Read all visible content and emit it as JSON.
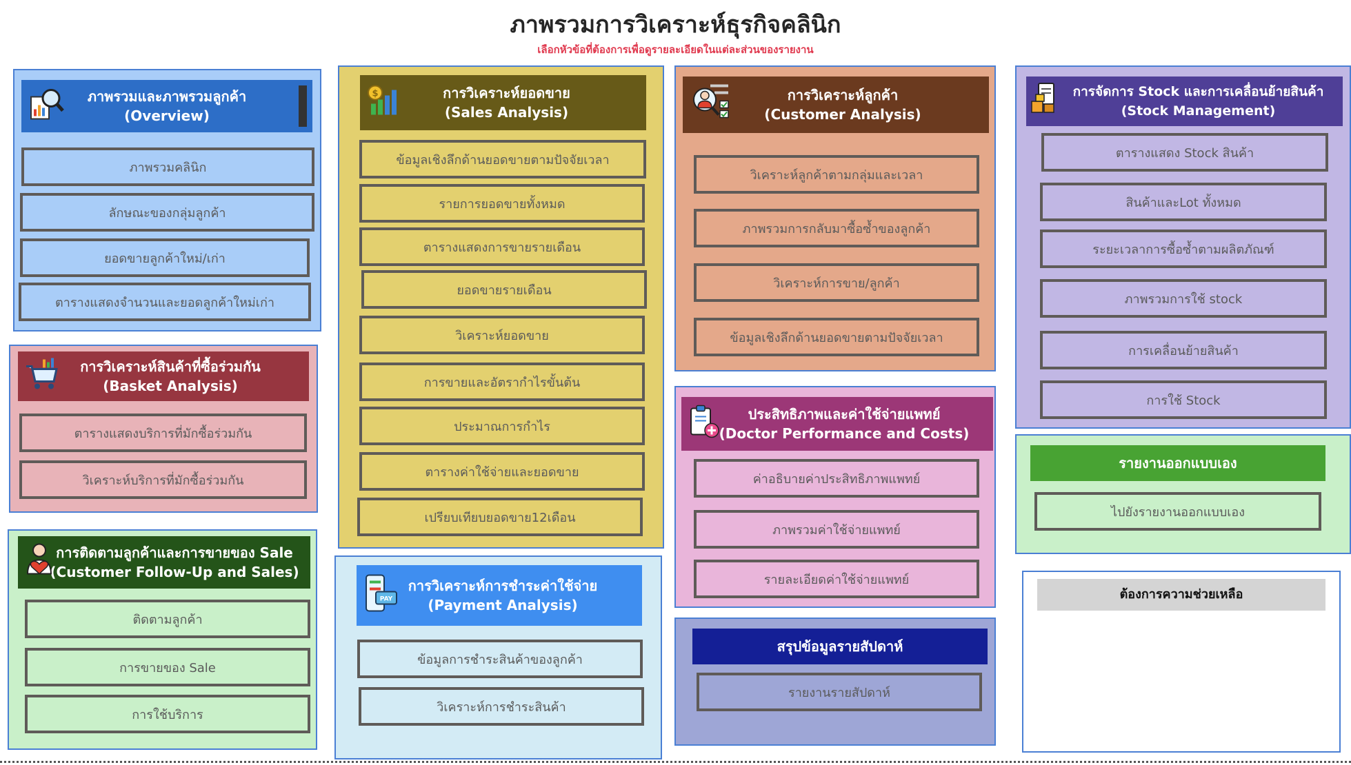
{
  "page": {
    "title": "ภาพรวมการวิเคราะห์ธุรกิจคลินิก",
    "subtitle": "เลือกหัวข้อที่ต้องการเพื่อดูรายละเอียดในแต่ละส่วนของรายงาน"
  },
  "overview": {
    "title_th": "ภาพรวมและภาพรวมลูกค้า",
    "title_en": "(Overview)",
    "items": [
      "ภาพรวมคลินิก",
      "ลักษณะของกลุ่มลูกค้า",
      "ยอดขายลูกค้าใหม่/เก่า",
      "ตารางแสดงจำนวนและยอดลูกค้าใหม่เก่า"
    ]
  },
  "basket": {
    "title_th": "การวิเคราะห์สินค้าที่ซื้อร่วมกัน",
    "title_en": "(Basket Analysis)",
    "items": [
      "ตารางแสดงบริการที่มักซื้อร่วมกัน",
      "วิเคราะห์บริการที่มักซื้อร่วมกัน"
    ]
  },
  "followup": {
    "title_th": "การติดตามลูกค้าและการขายของ Sale",
    "title_en": "(Customer Follow-Up and Sales)",
    "items": [
      "ติดตามลูกค้า",
      "การขายของ Sale",
      "การใช้บริการ"
    ]
  },
  "sales": {
    "title_th": "การวิเคราะห์ยอดขาย",
    "title_en": "(Sales Analysis)",
    "items": [
      "ข้อมูลเชิงลึกด้านยอดขายตามปัจจัยเวลา",
      "รายการยอดขายทั้งหมด",
      "ตารางแสดงการขายรายเดือน",
      "ยอดขายรายเดือน",
      "วิเคราะห์ยอดขาย",
      "การขายและอัตรากำไรขั้นต้น",
      "ประมาณการกำไร",
      "ตารางค่าใช้จ่ายและยอดขาย",
      "เปรียบเทียบยอดขาย12เดือน"
    ]
  },
  "payment": {
    "title_th": "การวิเคราะห์การชำระค่าใช้จ่าย",
    "title_en": "(Payment Analysis)",
    "items": [
      "ข้อมูลการชำระสินค้าของลูกค้า",
      "วิเคราะห์การชำระสินค้า"
    ]
  },
  "customer": {
    "title_th": "การวิเคราะห์ลูกค้า",
    "title_en": "(Customer Analysis)",
    "items": [
      "วิเคราะห์ลูกค้าตามกลุ่มและเวลา",
      "ภาพรวมการกลับมาซื้อซ้ำของลูกค้า",
      "วิเคราะห์การขาย/ลูกค้า",
      "ข้อมูลเชิงลึกด้านยอดขายตามปัจจัยเวลา"
    ]
  },
  "doctor": {
    "title_th": "ประสิทธิภาพและค่าใช้จ่ายแพทย์",
    "title_en": "(Doctor Performance and Costs)",
    "items": [
      "ค่าอธิบายค่าประสิทธิภาพแพทย์",
      "ภาพรวมค่าใช้จ่ายแพทย์",
      "รายละเอียดค่าใช้จ่ายแพทย์"
    ]
  },
  "weekly": {
    "title": "สรุปข้อมูลรายสัปดาห์",
    "items": [
      "รายงานรายสัปดาห์"
    ]
  },
  "stock": {
    "title_th": "การจัดการ Stock และการเคลื่อนย้ายสินค้า",
    "title_en": "(Stock Management)",
    "items": [
      "ตารางแสดง Stock สินค้า",
      "สินค้าและLot ทั้งหมด",
      "ระยะเวลาการซื้อซ้ำตามผลิตภัณฑ์",
      "ภาพรวมการใช้ stock",
      "การเคลื่อนย้ายสินค้า",
      "การใช้ Stock"
    ]
  },
  "custom": {
    "title": "รายงานออกแบบเอง",
    "items": [
      "ไปยังรายงานออกแบบเอง"
    ]
  },
  "help": {
    "title": "ต้องการความช่วยเหลือ"
  },
  "icons": {
    "overview": "magnifier-chart-icon",
    "basket": "shopping-cart-icon",
    "followup": "person-heart-icon",
    "sales": "money-bar-chart-icon",
    "payment": "phone-pay-icon",
    "customer": "customer-checklist-icon",
    "doctor": "medical-clipboard-icon",
    "stock": "inventory-clipboard-icon"
  },
  "colors": {
    "overview_bg": "#a9cdf8",
    "overview_hdr": "#2d6ec7",
    "overview_btn": "#a9cdf8",
    "basket_bg": "#e8b3b8",
    "basket_hdr": "#973640",
    "followup_bg": "#c9f0c9",
    "followup_hdr": "#245419",
    "sales_bg": "#e3d06f",
    "sales_hdr": "#675a18",
    "payment_bg": "#d3ebf5",
    "payment_hdr": "#3f8ef0",
    "customer_bg": "#e4a88a",
    "customer_hdr": "#6b3a1f",
    "doctor_bg": "#e9b5da",
    "doctor_hdr": "#9c3777",
    "weekly_bg": "#9ea6d6",
    "weekly_hdr": "#141f96",
    "stock_bg": "#c1b7e4",
    "stock_hdr": "#4f3f97",
    "custom_bg": "#c9f0c9",
    "custom_hdr": "#48a333",
    "help_hdr": "#d4d4d4"
  }
}
